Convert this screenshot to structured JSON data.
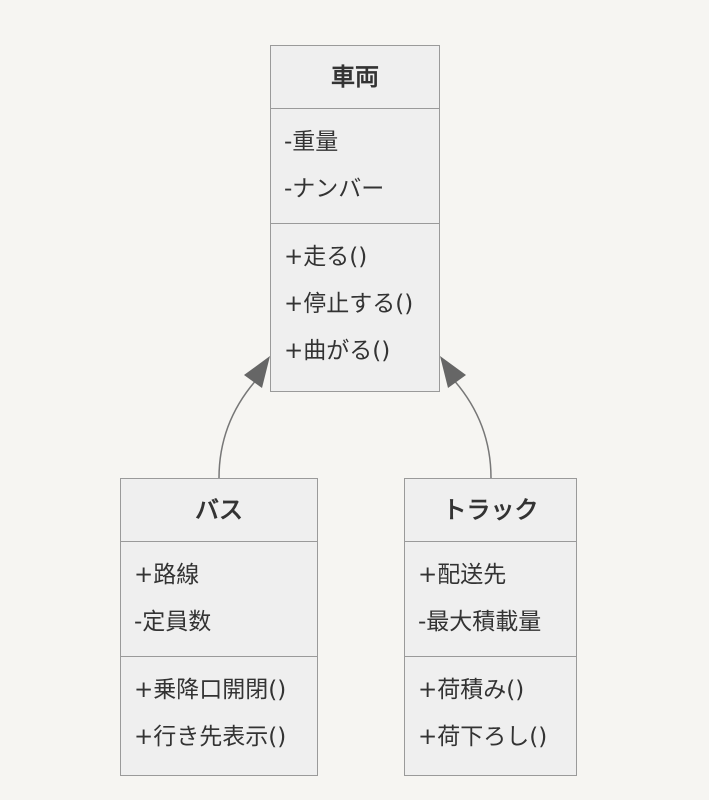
{
  "diagram": {
    "classes": [
      {
        "id": "vehicle",
        "name": "車両",
        "attributes": [
          "-重量",
          "-ナンバー"
        ],
        "methods": [
          "+走る()",
          "+停止する()",
          "+曲がる()"
        ]
      },
      {
        "id": "bus",
        "name": "バス",
        "attributes": [
          "+路線",
          "-定員数"
        ],
        "methods": [
          "+乗降口開閉()",
          "+行き先表示()"
        ]
      },
      {
        "id": "truck",
        "name": "トラック",
        "attributes": [
          "+配送先",
          "-最大積載量"
        ],
        "methods": [
          "+荷積み()",
          "+荷下ろし()"
        ]
      }
    ],
    "relations": [
      {
        "type": "inheritance",
        "from": "bus",
        "to": "vehicle"
      },
      {
        "type": "inheritance",
        "from": "truck",
        "to": "vehicle"
      }
    ]
  }
}
